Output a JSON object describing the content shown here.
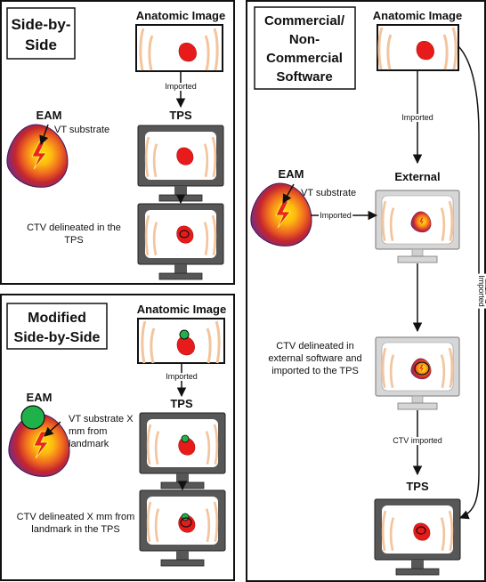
{
  "panel_a": {
    "title_lines": [
      "Side-by-",
      "Side"
    ],
    "anatomic_label": "Anatomic Image",
    "imported_label": "Imported",
    "tps_label": "TPS",
    "eam_label": "EAM",
    "vt_label": "VT substrate",
    "ctv_lines": [
      "CTV delineated in the",
      "TPS"
    ]
  },
  "panel_b": {
    "title_lines": [
      "Modified",
      "Side-by-Side"
    ],
    "anatomic_label": "Anatomic Image",
    "imported_label": "Imported",
    "tps_label": "TPS",
    "eam_label": "EAM",
    "vt_lines": [
      "VT substrate X",
      "mm from",
      "landmark"
    ],
    "ctv_lines": [
      "CTV delineated X mm from",
      "landmark in the TPS"
    ]
  },
  "panel_c": {
    "title_lines": [
      "Commercial/",
      "Non-",
      "Commercial",
      "Software"
    ],
    "anatomic_label": "Anatomic Image",
    "imported_label": "Imported",
    "eam_label": "EAM",
    "vt_label": "VT substrate",
    "eam_imported_label": "Imported",
    "external_label": "External",
    "ctv_lines": [
      "CTV delineated in",
      "external software and",
      "imported to the TPS"
    ],
    "ctv_imported_label": "CTV imported",
    "tps_label": "TPS",
    "side_imported_label": "Imported"
  },
  "colors": {
    "heart_red": "#e81b1b",
    "landmark_green": "#1fb24a",
    "monitor_dark": "#575757",
    "monitor_light": "#d6d6d6",
    "rib_color": "#f2c59e",
    "eam_purple": "#6a2c91",
    "eam_orange": "#f28a1c",
    "eam_yellow": "#ffe100"
  }
}
